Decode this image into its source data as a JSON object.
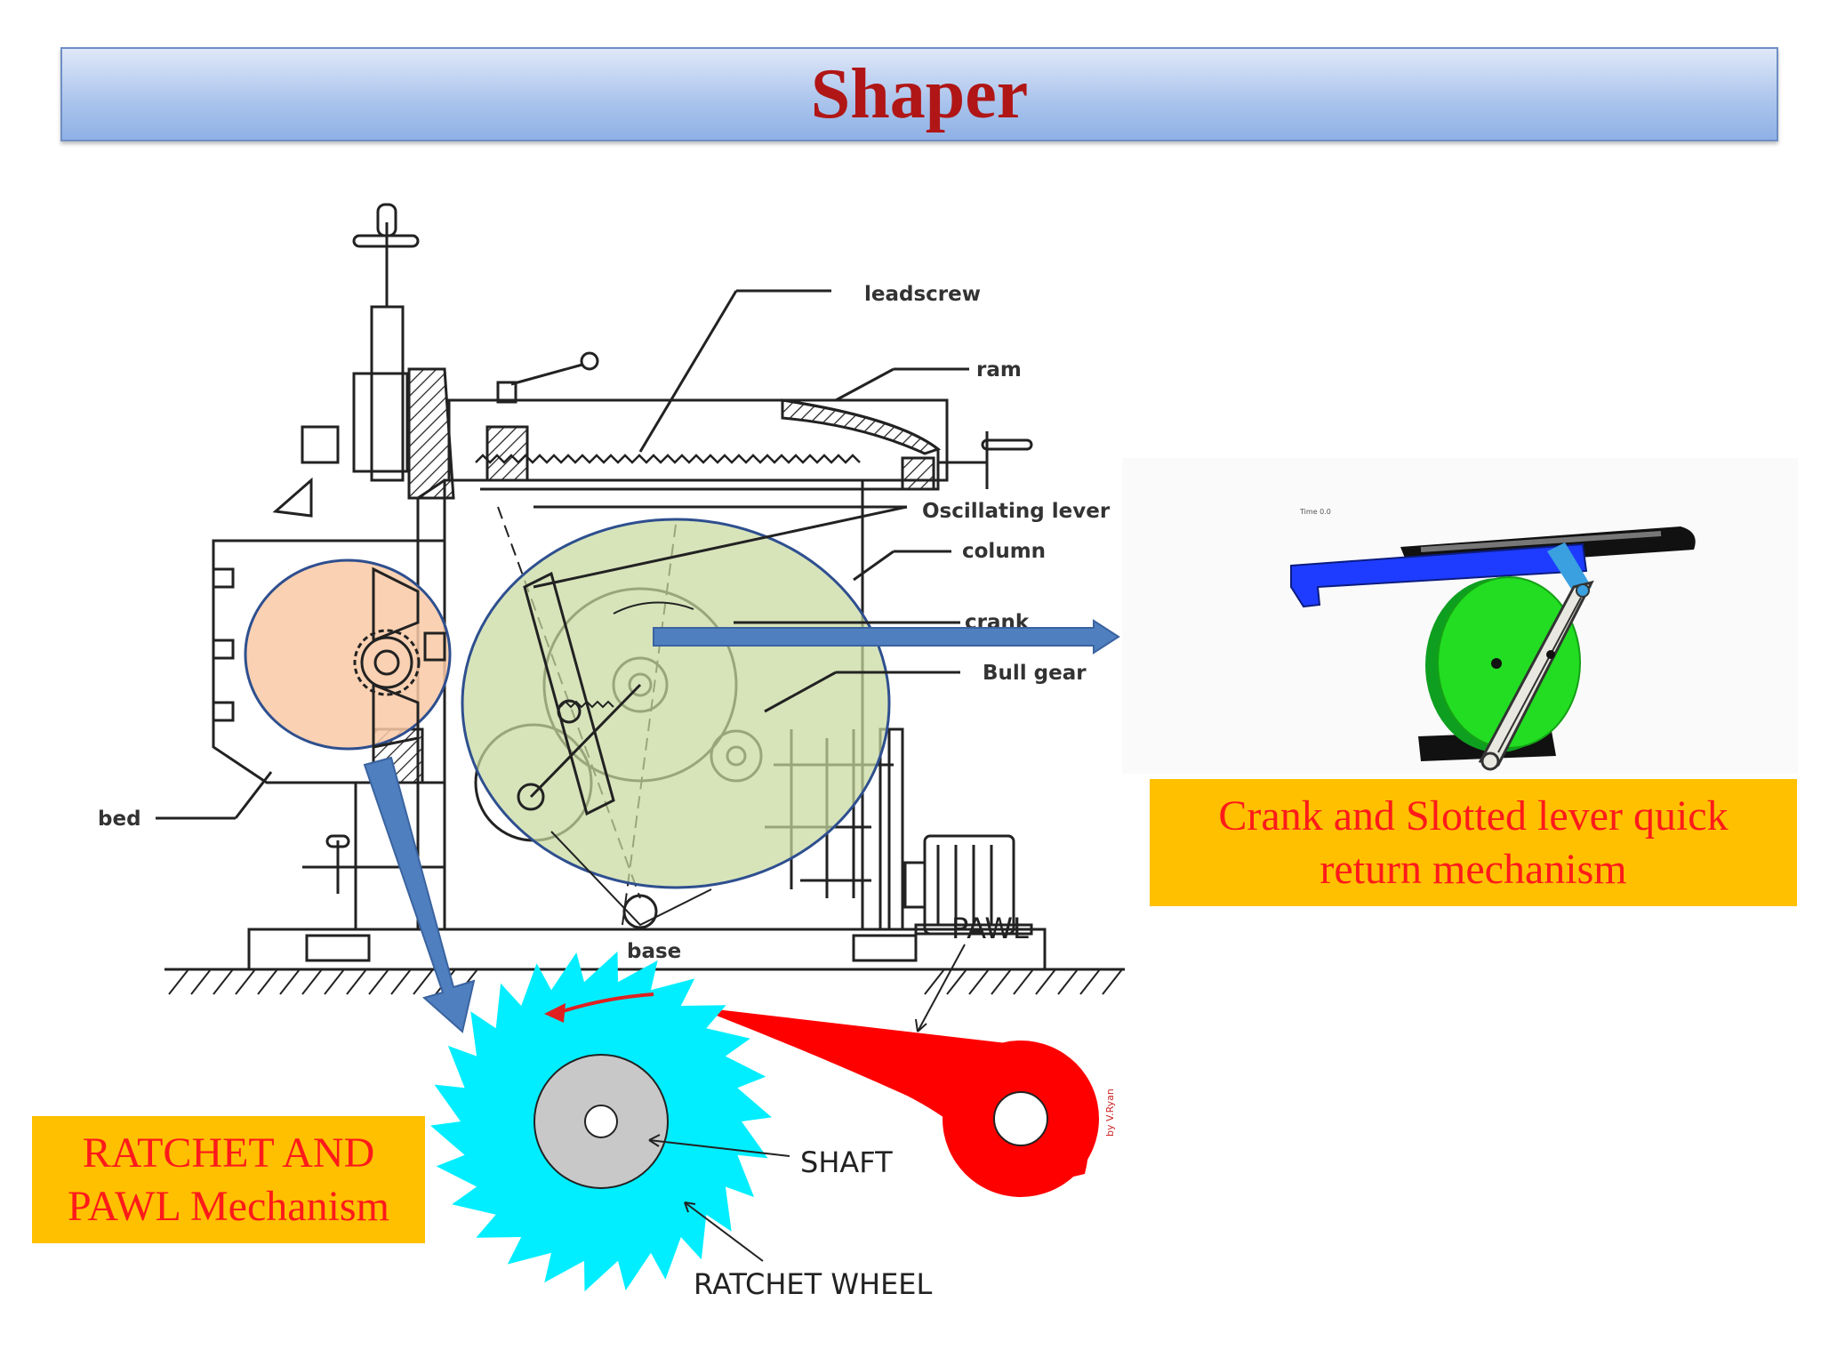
{
  "title": "Shaper",
  "shaper_labels": {
    "leadscrew": "leadscrew",
    "ram": "ram",
    "oscillating_lever": "Oscillating lever",
    "column": "column",
    "crank": "crank",
    "bull_gear": "Bull gear",
    "bed": "bed",
    "base": "base"
  },
  "ratchet_labels": {
    "pawl": "PAWL",
    "shaft": "SHAFT",
    "ratchet_wheel": "RATCHET WHEEL",
    "credit": "by V.Ryan"
  },
  "sim_time_label": "Time 0.0",
  "captions": {
    "crank_line1": "Crank and Slotted lever quick",
    "crank_line2": "return mechanism",
    "ratchet_line1": "RATCHET AND",
    "ratchet_line2": "PAWL Mechanism"
  },
  "colors": {
    "title": "#b01616",
    "caption_bg": "#ffc000",
    "caption_text": "#ff1a1a",
    "highlight_orange": "#f9c9a5",
    "highlight_green": "#c8d9a0",
    "arrow_blue": "#4f7fbf",
    "ratchet_wheel": "#00eeff",
    "pawl": "#ff0000",
    "slider": "#1e3cff",
    "crank_disc": "#22dd22"
  }
}
